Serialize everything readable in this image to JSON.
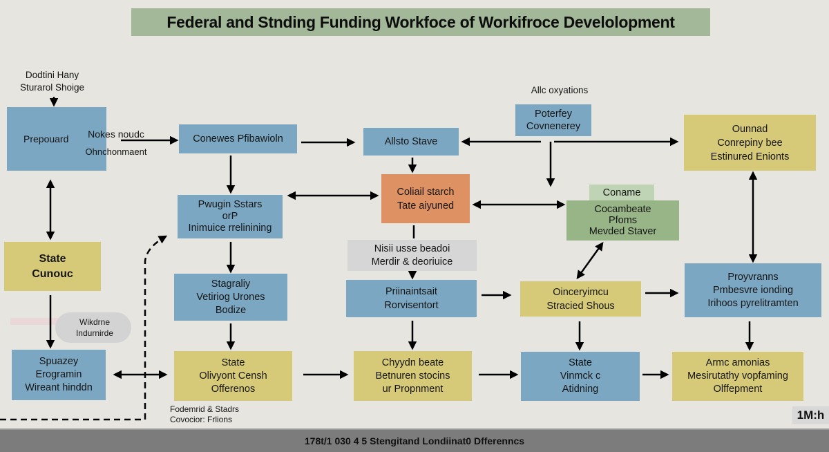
{
  "title": "Federal and Stnding Funding Workfoce of Workifroce Develolopment",
  "annotations": {
    "top_left": [
      "Dodtini Hany",
      "Sturarol Shoige"
    ],
    "top_center": "Allc oxyations",
    "left_bubble": [
      "Wikdrne",
      "Indurnirde"
    ],
    "bottom_note": [
      "Fodemrid & Stadrs",
      "Covocior: Frlions"
    ]
  },
  "nodes": {
    "prepouard": {
      "lines": [
        "Prepouard"
      ],
      "color": "#7ba7c2"
    },
    "nokes": {
      "lines": [
        "Nokes noudc",
        "Ohnchonmaent"
      ]
    },
    "conewes": {
      "lines": [
        "Conewes Pfibawioln"
      ],
      "color": "#7ba7c2"
    },
    "allsto": {
      "lines": [
        "Allsto Stave"
      ],
      "color": "#7ba7c2"
    },
    "poterfey": {
      "lines": [
        "Poterfey",
        "Covnenerey"
      ],
      "color": "#7ba7c2"
    },
    "ounnad": {
      "lines": [
        "Ounnad",
        "Conrepiny bee",
        "Estinured Enionts"
      ],
      "color": "#d6c977"
    },
    "state_cunouc": {
      "lines": [
        "State",
        "Cunouc"
      ],
      "color": "#d6c977"
    },
    "pwugin": {
      "lines": [
        "Pwugin Sstars",
        "orP",
        "Inimuice rrelinining"
      ],
      "color": "#7ba7c2"
    },
    "coliail": {
      "lines": [
        "Coliail starch",
        "Tate aiyuned"
      ],
      "color": "#de9163"
    },
    "coname": {
      "lines": [
        "Coname"
      ],
      "color": "#bfd4b4"
    },
    "cocambeate": {
      "lines": [
        "Cocambeate",
        "Pfoms",
        "Mevded Staver"
      ],
      "color": "#98b587"
    },
    "nisii": {
      "lines": [
        "Nisii usse beadoi",
        "Merdir & deoriuice"
      ],
      "color": "#d6d6d6"
    },
    "stagraliy": {
      "lines": [
        "Stagraliy",
        "Vetiriog Urones",
        "Bodize"
      ],
      "color": "#7ba7c2"
    },
    "priinaintsait": {
      "lines": [
        "Priinaintsait",
        "Rorvisentort"
      ],
      "color": "#7ba7c2"
    },
    "oinceryimcu": {
      "lines": [
        "Oinceryimcu",
        "Stracied Shous"
      ],
      "color": "#d6c977"
    },
    "proyvranns": {
      "lines": [
        "Proyvranns",
        "Pmbesvre ionding",
        "Irihoos pyrelitramten"
      ],
      "color": "#7ba7c2"
    },
    "spuazey": {
      "lines": [
        "Spuazey",
        "Erogramin",
        "Wireant hinddn"
      ],
      "color": "#7ba7c2"
    },
    "state_olivyont": {
      "lines": [
        "State",
        "Olivyont Censh",
        "Offerenos"
      ],
      "color": "#d6c977"
    },
    "chyydn": {
      "lines": [
        "Chyydn beate",
        "Betnuren stocins",
        "ur Propnment"
      ],
      "color": "#d6c977"
    },
    "state_vinmck": {
      "lines": [
        "State",
        "Vinmck c",
        "Atidning"
      ],
      "color": "#7ba7c2"
    },
    "armc": {
      "lines": [
        "Armc amonias",
        "Mesirutathy vopfaming",
        "Olffepment"
      ],
      "color": "#d6c977"
    }
  },
  "corner_badge": "1M:h",
  "footer": "178t/1 030 4 5 Stengitand Londiinat0 Dfferenncs"
}
